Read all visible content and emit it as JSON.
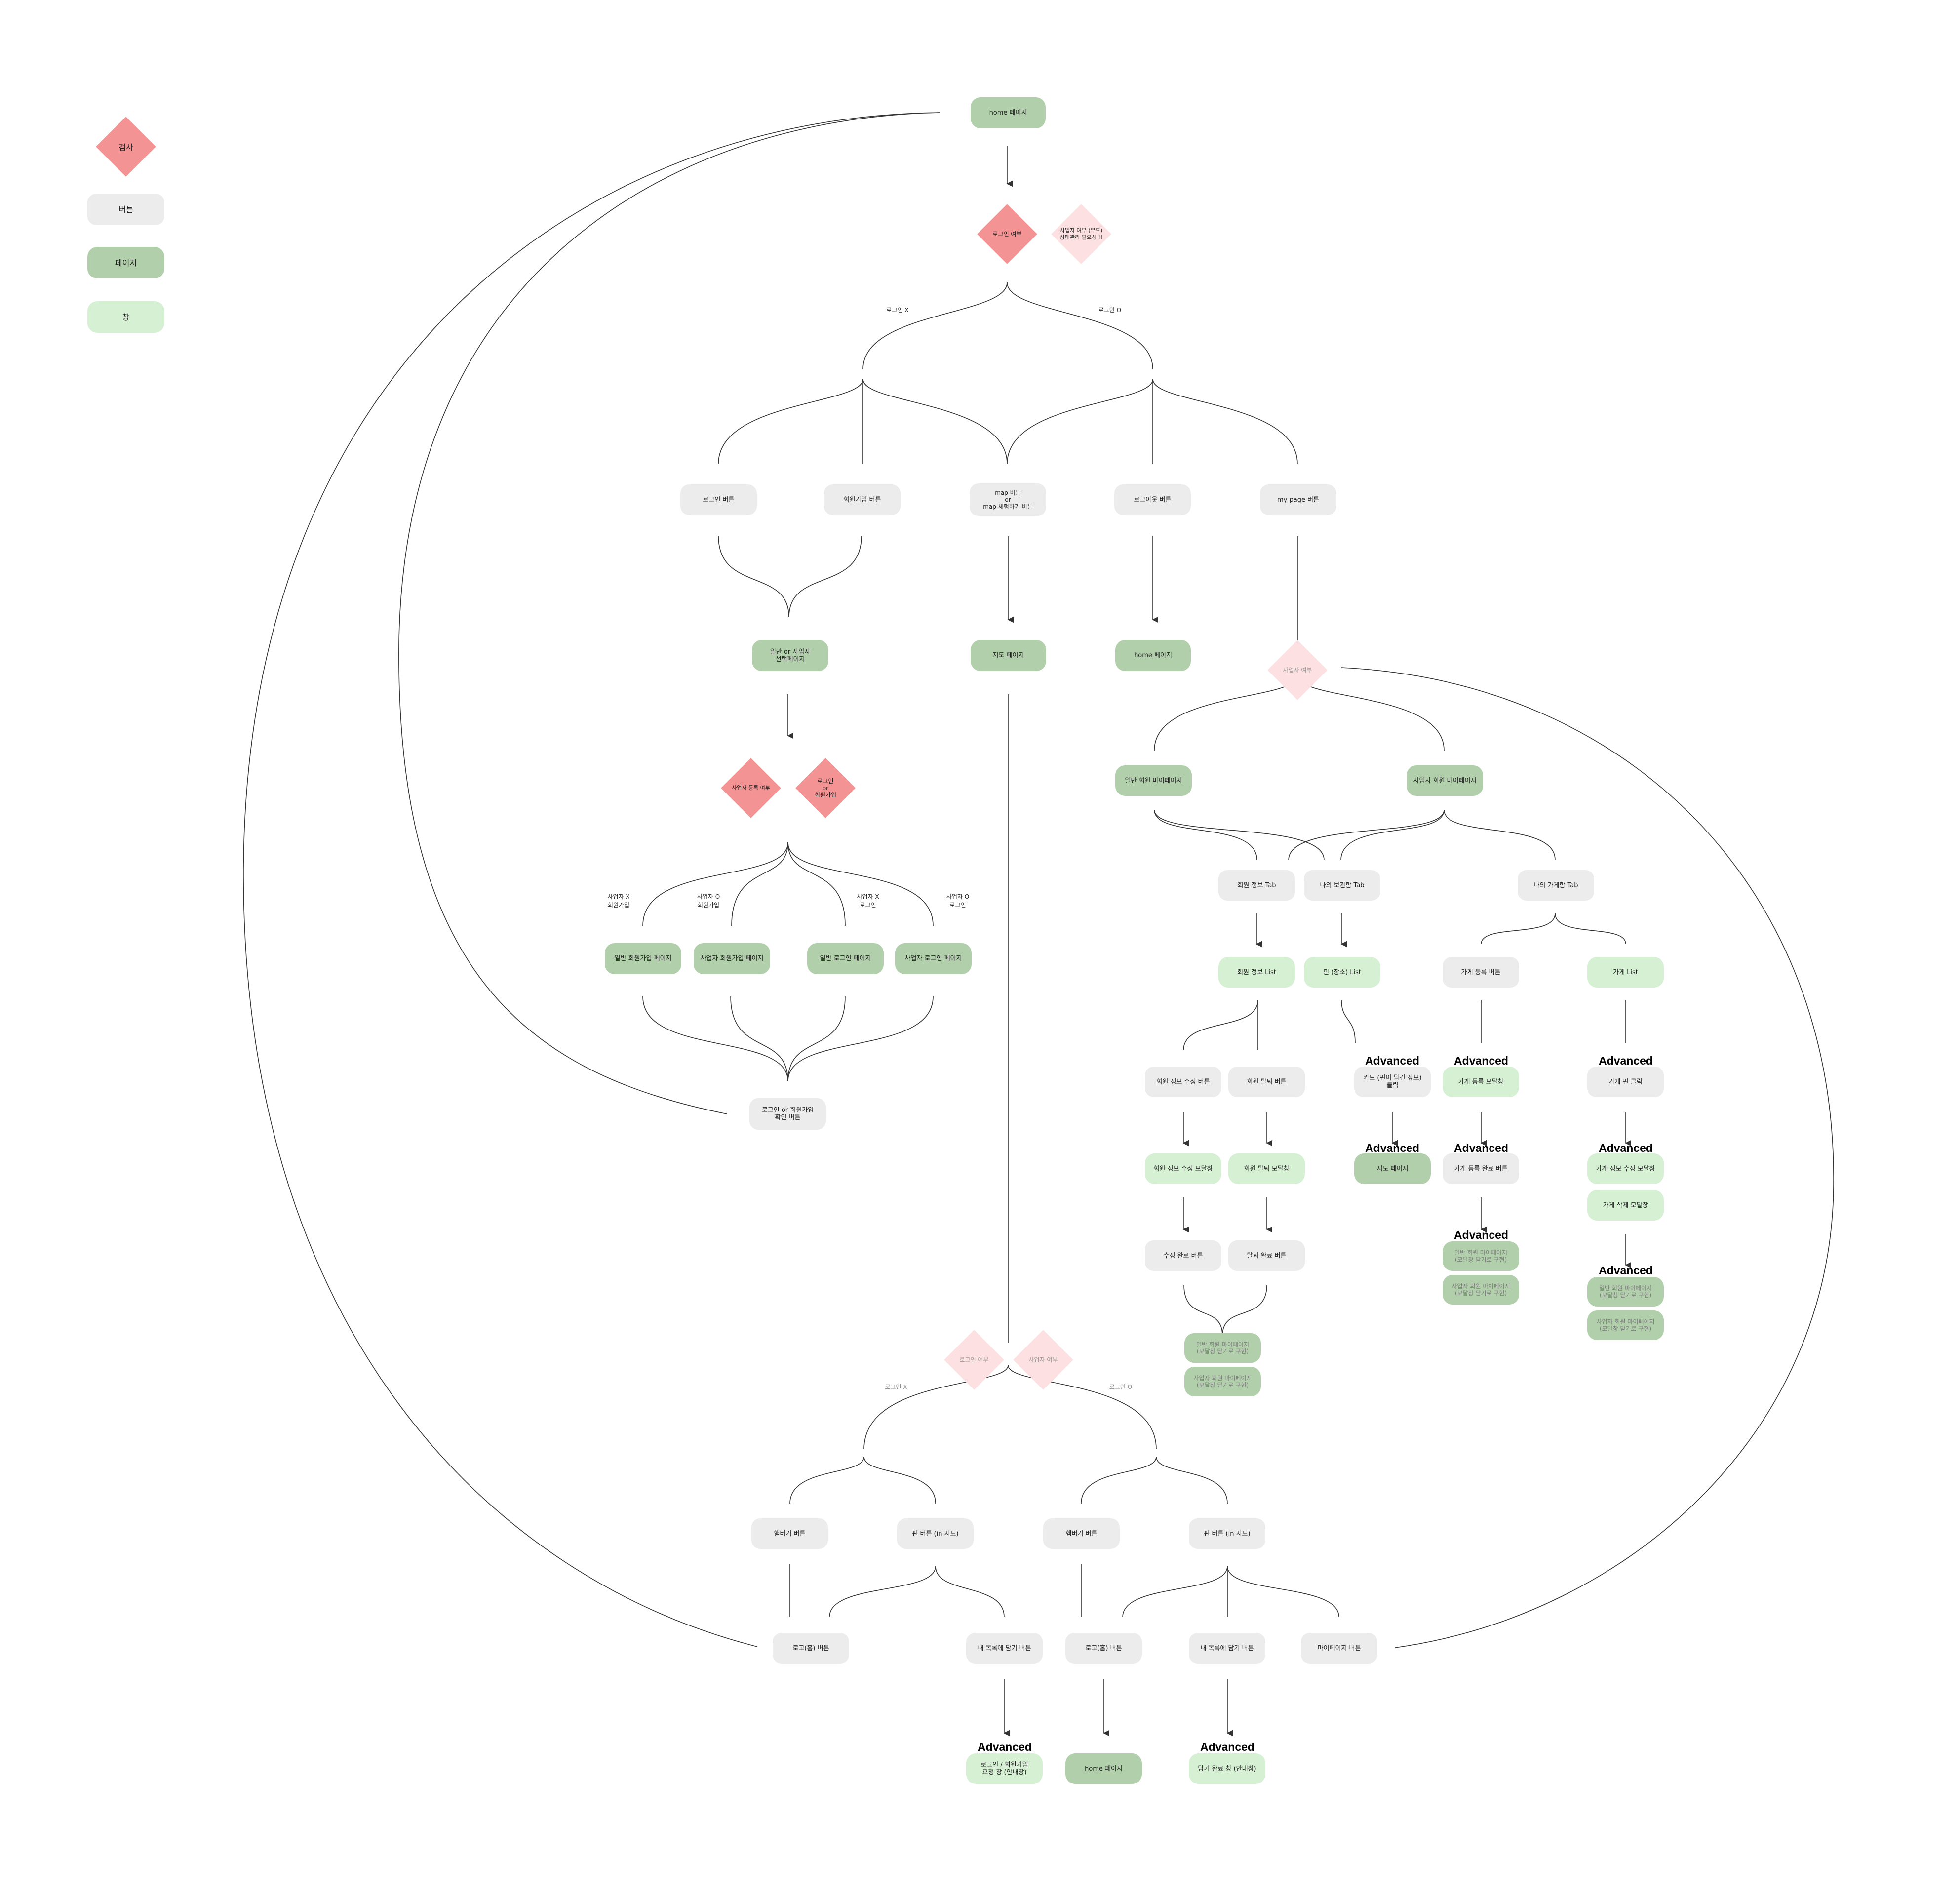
{
  "legend": {
    "check": "검사",
    "button": "버튼",
    "page": "페이지",
    "window": "창"
  },
  "nodes": {
    "home_top": "home 페이지",
    "login_check": "로그인 여부",
    "biz_check_note": "사업자 여부 (무드)\n상태관리 필요성 !!",
    "login_btn": "로그인 버튼",
    "signup_btn": "회원가입 버튼",
    "map_btn": "map 버튼\nor\nmap 체험하기 버튼",
    "logout_btn": "로그아웃 버튼",
    "mypage_btn": "my page 버튼",
    "select_page": "일반 or 사업자\n선택페이지",
    "map_page": "지도 페이지",
    "home_page2": "home 페이지",
    "biz_check_mypage": "사업자 여부",
    "biz_reg_check": "사업자 등록 여부",
    "login_or_signup": "로그인\nor\n회원가입",
    "general_signup_page": "일반 회원가입 페이지",
    "biz_signup_page": "사업자 회원가입 페이지",
    "general_login_page": "일반 로그인 페이지",
    "biz_login_page": "사업자 로그인 페이지",
    "confirm_btn": "로그인 or 회원가입\n확인 버튼",
    "general_mypage": "일반 회원 마이페이지",
    "biz_mypage": "사업자 회원 마이페이지",
    "member_info_tab": "회원 정보 Tab",
    "saved_tab": "나의 보관함 Tab",
    "my_store_tab": "나의 가게함 Tab",
    "member_info_list": "회원 정보 List",
    "pin_list": "핀 (장소) List",
    "store_reg_btn": "가게 등록 버튼",
    "store_list": "가게 List",
    "edit_info_btn": "회원 정보 수정 버튼",
    "withdraw_btn": "회원 탈퇴 버튼",
    "card_click": "카드 (핀이 담긴 정보)\n클릭",
    "store_reg_modal": "가게 등록 모달창",
    "store_pin_click": "가게 핀 클릭",
    "edit_info_modal": "회원 정보 수정 모달창",
    "withdraw_modal": "회원 탈퇴 모달창",
    "map_page2": "지도 페이지",
    "store_reg_done_btn": "가게 등록 완료 버튼",
    "store_edit_modal": "가게 정보 수정 모달창",
    "store_delete_modal": "가게 삭제 모달창",
    "edit_done_btn": "수정 완료 버튼",
    "withdraw_done_btn": "탈퇴 완료 버튼",
    "gm_a": "일반 회원 마이페이지\n(모달창 닫기로 구현)",
    "bm_a": "사업자 회원 마이페이지\n(모달창 닫기로 구현)",
    "gm_b": "일반 회원 마이페이지\n(모달창 닫기로 구현)",
    "bm_b": "사업자 회원 마이페이지\n(모달창 닫기로 구현)",
    "gm_c": "일반 회원 마이페이지\n(모달창 닫기로 구현)",
    "bm_c": "사업자 회원 마이페이지\n(모달창 닫기로 구현)",
    "login_check2": "로그인 여부",
    "biz_check2": "사업자 여부",
    "hamburger_x": "햄버거 버튼",
    "pin_btn_x": "핀 버튼 (in 지도)",
    "hamburger_o": "햄버거 버튼",
    "pin_btn_o": "핀 버튼 (in 지도)",
    "logo_home_x": "로고(홈) 버튼",
    "add_list_x": "내 목록에 담기 버튼",
    "logo_home_o": "로고(홈) 버튼",
    "add_list_o": "내 목록에 담기 버튼",
    "mypage_btn2": "마이페이지 버튼",
    "login_request": "로그인 / 회원가입\n요청 창 (안내창)",
    "home_page3": "home 페이지",
    "add_done": "담기 완료 창 (안내창)"
  },
  "labels": {
    "login_x": "로그인 X",
    "login_o": "로그인 O",
    "biz_x_signup": "사업자 X\n회원가입",
    "biz_o_signup": "사업자 O\n회원가입",
    "biz_x_login": "사업자 X\n로그인",
    "biz_o_login": "사업자 O\n로그인",
    "login_x2": "로그인 X",
    "login_o2": "로그인 O"
  },
  "advanced": {
    "card": "Advanced",
    "store_modal": "Advanced",
    "store_pin": "Advanced",
    "map": "Advanced",
    "store_done": "Advanced",
    "store_edit": "Advanced",
    "gm_bm_b": "Advanced",
    "gm_bm_c": "Advanced",
    "request": "Advanced",
    "add_done": "Advanced"
  },
  "colors": {
    "check": "#f39393",
    "check_light": "#fde0e1",
    "button": "#ececec",
    "page": "#b1cfaa",
    "window": "#d5f0d3",
    "line": "#333333"
  }
}
